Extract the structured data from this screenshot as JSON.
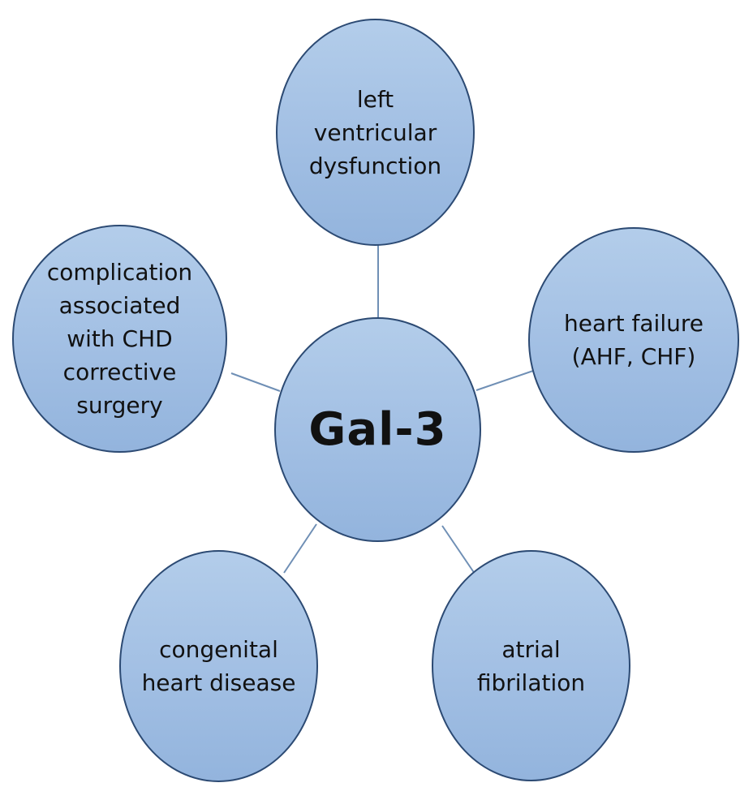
{
  "diagram": {
    "center": {
      "label": "Gal-3"
    },
    "nodes": [
      {
        "id": "top",
        "label": "left\nventricular\ndysfunction"
      },
      {
        "id": "right",
        "label": "heart failure\n(AHF, CHF)"
      },
      {
        "id": "left",
        "label": "complication\nassociated\nwith CHD\ncorrective\nsurgery"
      },
      {
        "id": "bottom-left",
        "label": "congenital\nheart disease"
      },
      {
        "id": "bottom-right",
        "label": "atrial\nfibrilation"
      }
    ],
    "colors": {
      "bubble_fill": "#a3c0e4",
      "bubble_border": "#2c4a73",
      "connector": "#6f8fb5",
      "text": "#111111"
    }
  }
}
